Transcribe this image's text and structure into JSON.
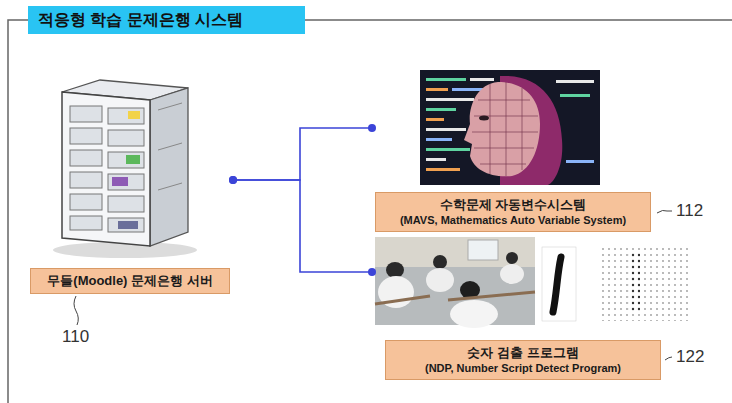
{
  "diagram": {
    "title": "적응형 학습 문제은행 시스템",
    "nodes": [
      {
        "text": [
          "무들(Moodle) 문제은행 서버"
        ]
      },
      {
        "text": [
          "수학문제 자동변수시스템",
          "(MAVS, Mathematics Auto Variable System)"
        ]
      },
      {
        "text": [
          "숫자 검출 프로그램",
          "(NDP, Number Script Detect Program)"
        ]
      }
    ],
    "edges": [
      {
        "from": 0,
        "to": 1,
        "arrow": "none"
      },
      {
        "from": 0,
        "to": 2,
        "arrow": "none"
      }
    ],
    "labels": [
      "110",
      "112",
      "122"
    ]
  }
}
